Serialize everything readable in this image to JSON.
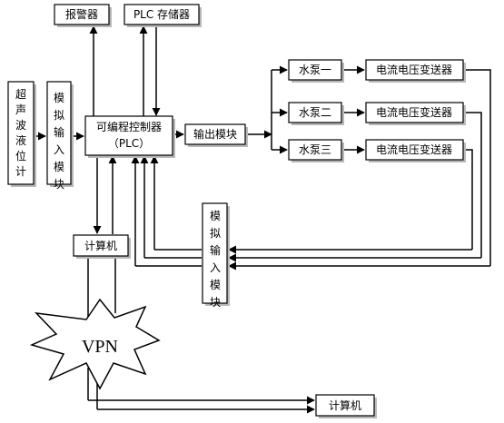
{
  "diagram": {
    "alarm": "报警器",
    "plc_storage": "PLC 存储器",
    "ultrasonic_level_meter": "超声波液位计",
    "analog_input_left": "模拟输入模块",
    "plc_title": "可编程控制器",
    "plc_sub": "（PLC）",
    "output_module": "输出模块",
    "pump_1": "水泵一",
    "pump_2": "水泵二",
    "pump_3": "水泵三",
    "transmitter_1": "电流电压变送器",
    "transmitter_2": "电流电压变送器",
    "transmitter_3": "电流电压变送器",
    "computer_1": "计算机",
    "analog_input_bottom": "模拟输入模块",
    "vpn": "VPN",
    "computer_2": "计算机"
  }
}
